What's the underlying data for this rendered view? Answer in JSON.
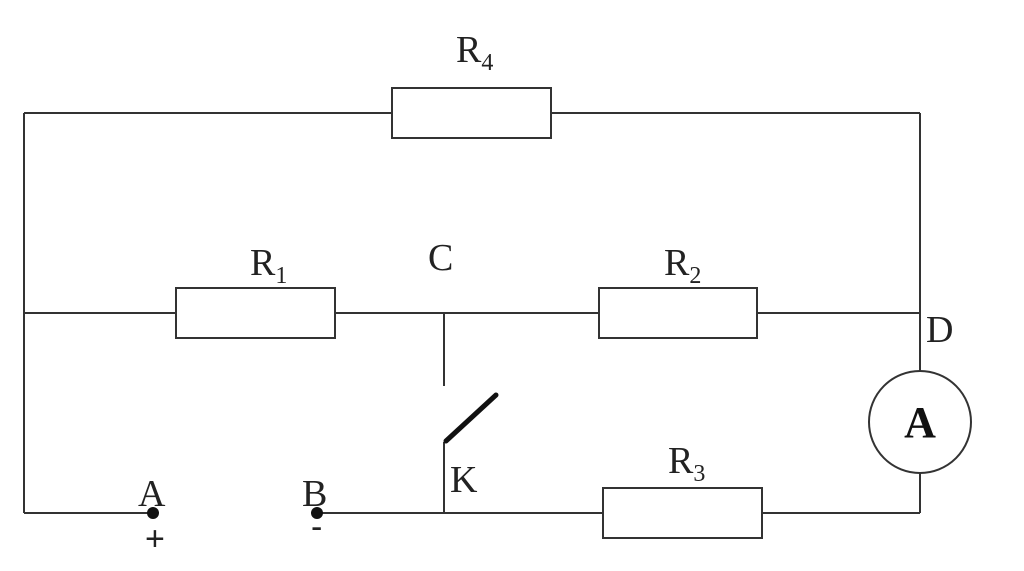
{
  "resistors": {
    "r4": {
      "main": "R",
      "sub": "4"
    },
    "r1": {
      "main": "R",
      "sub": "1"
    },
    "r2": {
      "main": "R",
      "sub": "2"
    },
    "r3": {
      "main": "R",
      "sub": "3"
    }
  },
  "nodes": {
    "c": "C",
    "d": "D",
    "a": "A",
    "b": "B"
  },
  "terminals": {
    "a_sign": "+",
    "b_sign": "-"
  },
  "switch_label": "K",
  "ammeter_label": "A"
}
